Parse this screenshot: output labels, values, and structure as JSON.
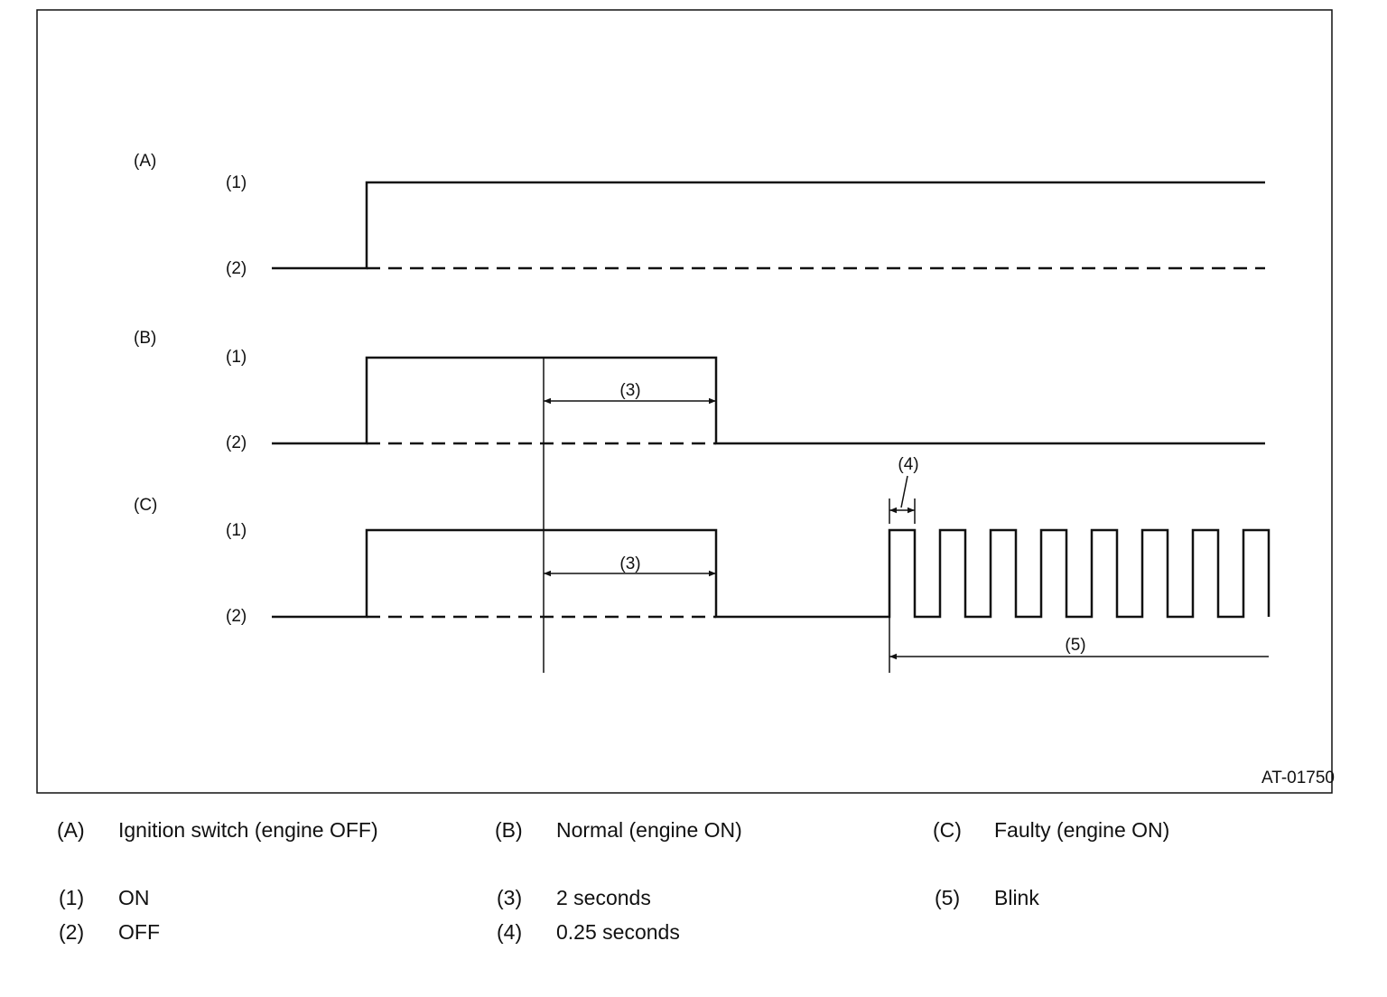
{
  "diagram": {
    "panel_label_a": "(A)",
    "panel_label_b": "(B)",
    "panel_label_c": "(C)",
    "level_on": "(1)",
    "level_off": "(2)",
    "callout_3": "(3)",
    "callout_4": "(4)",
    "callout_5": "(5)",
    "figure_code": "AT-01750"
  },
  "legend": [
    {
      "key": "(A)",
      "text": "Ignition switch (engine OFF)"
    },
    {
      "key": "(B)",
      "text": "Normal (engine ON)"
    },
    {
      "key": "(C)",
      "text": "Faulty (engine ON)"
    },
    {
      "key": "(1)",
      "text": "ON"
    },
    {
      "key": "(2)",
      "text": "OFF"
    },
    {
      "key": "(3)",
      "text": "2 seconds"
    },
    {
      "key": "(4)",
      "text": "0.25 seconds"
    },
    {
      "key": "(5)",
      "text": "Blink"
    }
  ]
}
